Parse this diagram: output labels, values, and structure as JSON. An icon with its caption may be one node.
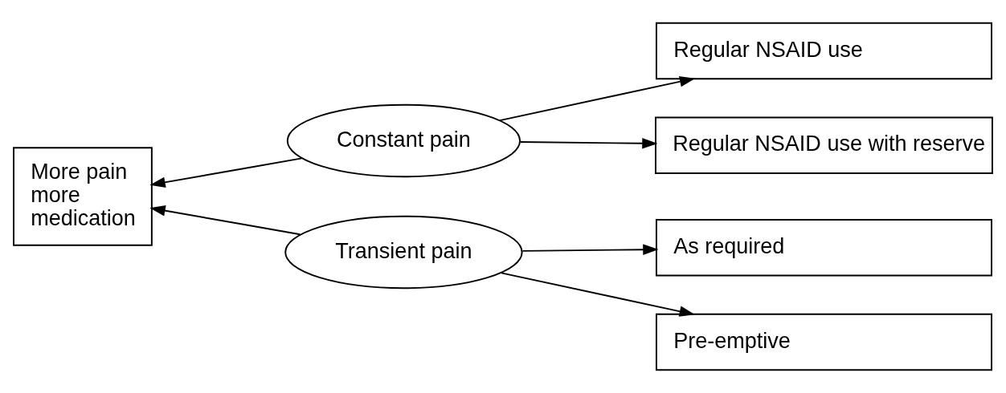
{
  "diagram": {
    "nodes": [
      {
        "text": [
          "More pain more medication"
        ]
      },
      {
        "text": [
          "Constant pain"
        ]
      },
      {
        "text": [
          "Transient pain"
        ]
      },
      {
        "text": [
          "Regular NSAID use"
        ]
      },
      {
        "text": [
          "Regular NSAID use with reserve"
        ]
      },
      {
        "text": [
          "As required"
        ]
      },
      {
        "text": [
          "Pre-emptive"
        ]
      }
    ],
    "edges": [
      {
        "from": 1,
        "to": 0,
        "arrow": "to"
      },
      {
        "from": 2,
        "to": 0,
        "arrow": "to"
      },
      {
        "from": 1,
        "to": 3,
        "arrow": "to"
      },
      {
        "from": 1,
        "to": 4,
        "arrow": "to"
      },
      {
        "from": 2,
        "to": 5,
        "arrow": "to"
      },
      {
        "from": 2,
        "to": 6,
        "arrow": "to"
      }
    ]
  }
}
